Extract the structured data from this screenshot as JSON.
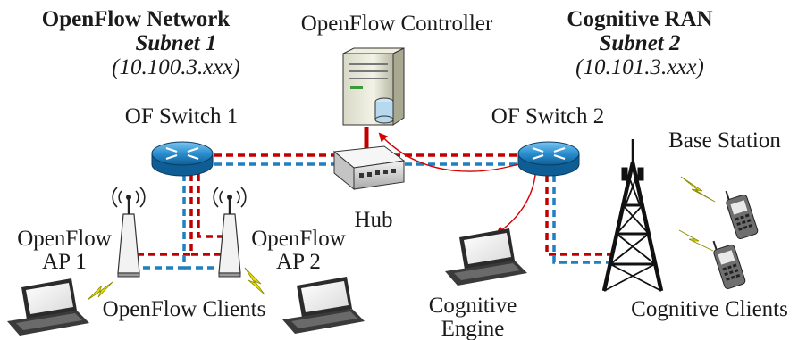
{
  "subnet1": {
    "title": "OpenFlow Network",
    "name": "Subnet 1",
    "range": "(10.100.3.xxx)"
  },
  "subnet2": {
    "title": "Cognitive RAN",
    "name": "Subnet 2",
    "range": "(10.101.3.xxx)"
  },
  "nodes": {
    "controller": "OpenFlow Controller",
    "switch1": "OF Switch 1",
    "switch2": "OF Switch 2",
    "hub": "Hub",
    "ap1_line1": "OpenFlow",
    "ap1_line2": "AP 1",
    "ap2_line1": "OpenFlow",
    "ap2_line2": "AP 2",
    "openflow_clients": "OpenFlow Clients",
    "cognitive_engine_line1": "Cognitive",
    "cognitive_engine_line2": "Engine",
    "base_station": "Base Station",
    "cognitive_clients": "Cognitive Clients"
  },
  "colors": {
    "red_link": "#c00000",
    "blue_link": "#1f7fc0",
    "switch_blue": "#2a8fd0",
    "flow_arrow": "#d40000",
    "yellow_bolt": "#e8e000"
  }
}
